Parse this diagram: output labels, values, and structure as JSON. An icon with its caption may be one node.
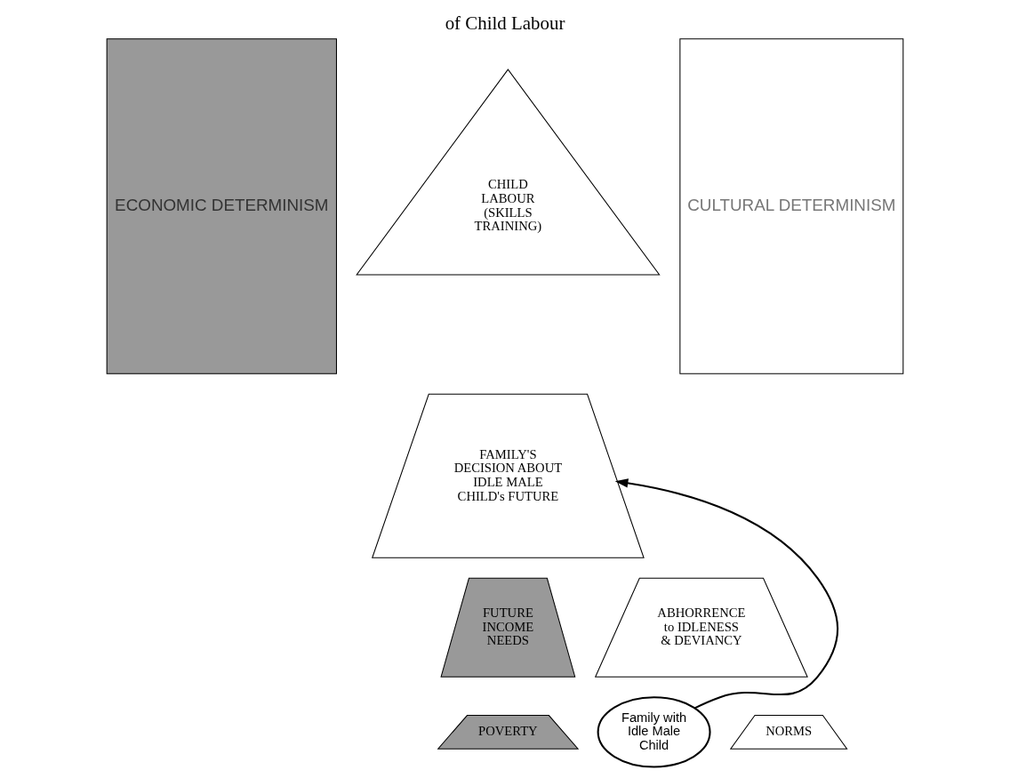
{
  "diagram": {
    "title": "of Child Labour",
    "nodes": [
      {
        "text": [
          "ECONOMIC DETERMINISM"
        ]
      },
      {
        "text": [
          "CHILD LABOUR",
          "(SKILLS TRAINING)"
        ]
      },
      {
        "text": [
          "FAMILY'S DECISION ABOUT IDLE MALE CHILD's FUTURE"
        ]
      },
      {
        "text": [
          "FUTURE INCOME NEEDS"
        ]
      },
      {
        "text": [
          "ABHORRENCE to IDLENESS & DEVIANCY"
        ]
      },
      {
        "text": [
          "POVERTY"
        ]
      },
      {
        "text": [
          "Family with Idle Male Child"
        ]
      },
      {
        "text": [
          "NORMS"
        ]
      },
      {
        "text": [
          "CULTURAL DETERMINISM"
        ]
      }
    ],
    "edges": [
      {
        "from": 6,
        "to": 2,
        "arrow": "to"
      }
    ]
  }
}
